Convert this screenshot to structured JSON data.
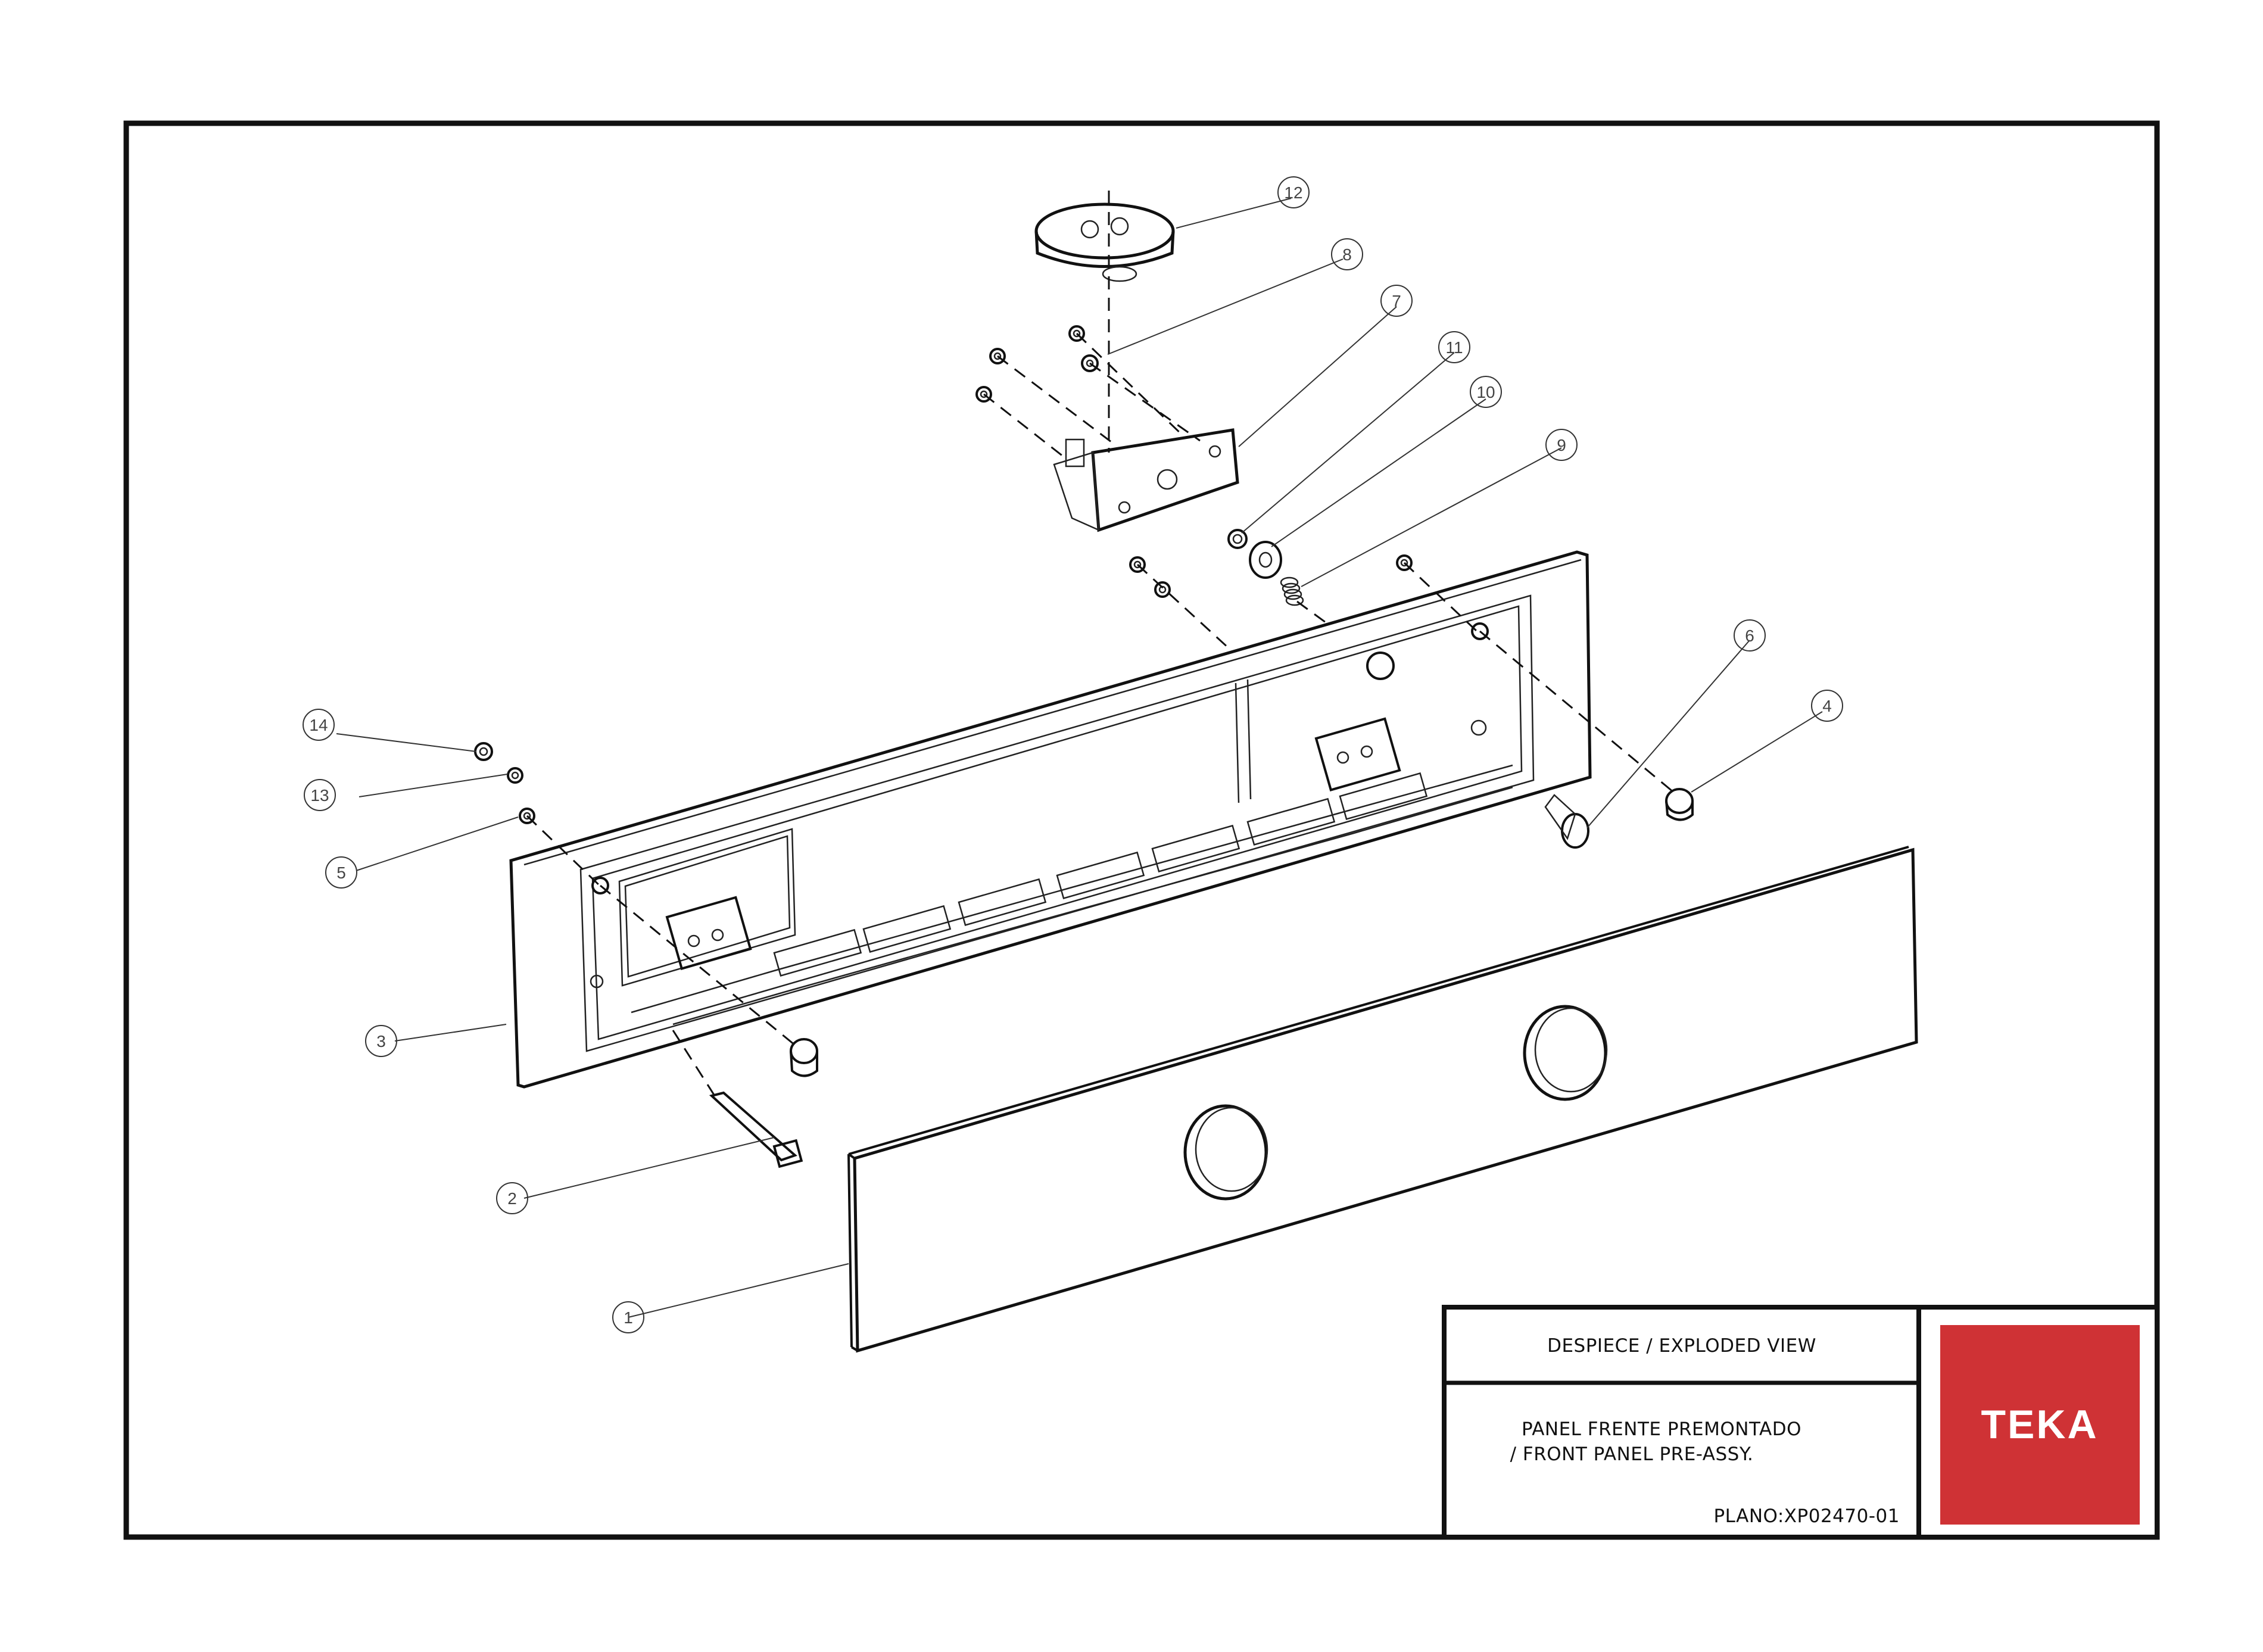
{
  "drawing": {
    "brand": "TEKA",
    "brand_color": "#cf3235",
    "title_block": {
      "view_title": "DESPIECE / EXPLODED VIEW",
      "description_line1": "PANEL FRENTE PREMONTADO",
      "description_line2": "/ FRONT PANEL PRE-ASSY.",
      "plan_number": "PLANO:XP02470-01"
    },
    "callouts": [
      "1",
      "2",
      "3",
      "4",
      "5",
      "6",
      "7",
      "8",
      "9",
      "10",
      "11",
      "12",
      "13",
      "14"
    ]
  }
}
